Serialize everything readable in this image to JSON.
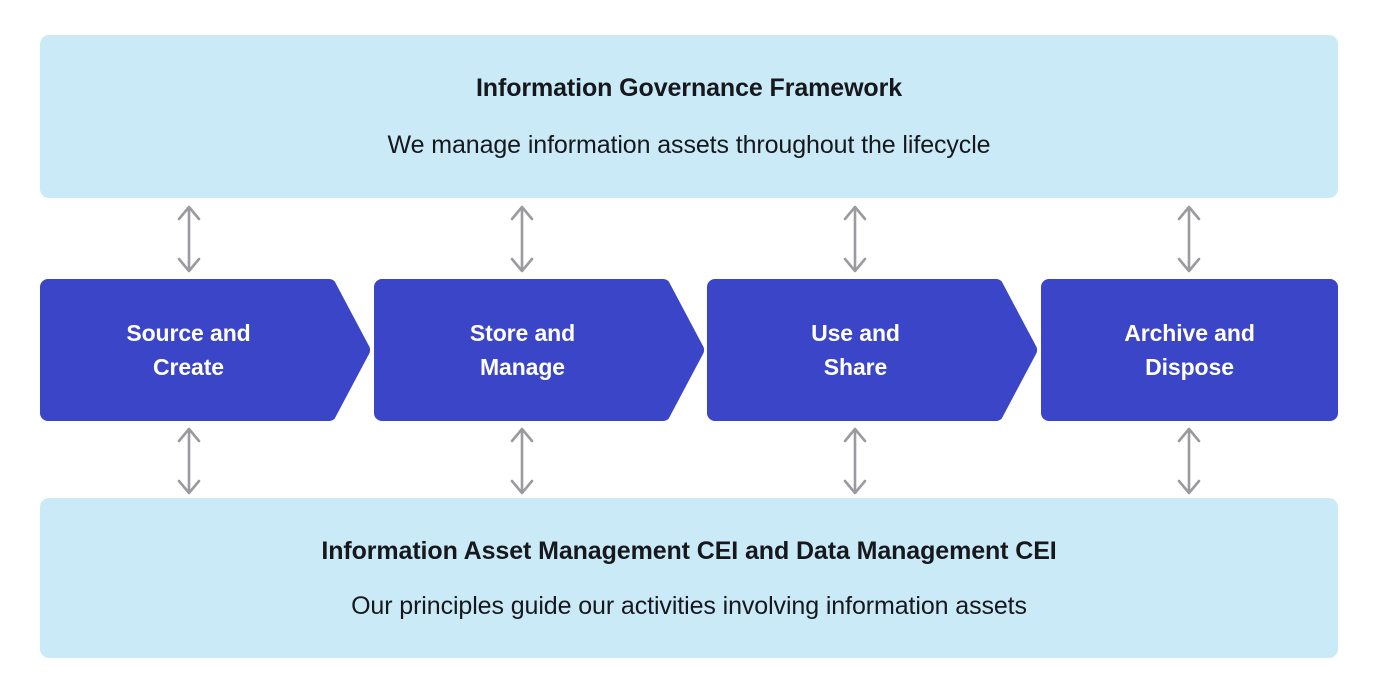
{
  "diagram": {
    "title": "Information Governance Framework lifecycle diagram",
    "colors": {
      "banner_background": "#CAEAF7",
      "stage_background": "#3A45C8",
      "stage_text": "#FFFFFF",
      "banner_text": "#16181D",
      "connector_arrow": "#9A9AA0",
      "page_background": "#FFFFFF"
    },
    "top_banner": {
      "title": "Information Governance Framework",
      "subtitle": "We manage information assets throughout the lifecycle"
    },
    "bottom_banner": {
      "title": "Information Asset Management CEI and Data Management CEI",
      "subtitle": "Our principles guide our activities involving information assets"
    },
    "stages": [
      {
        "label": "Source and\nCreate",
        "order": 1,
        "has_arrow_point": true
      },
      {
        "label": "Store and\nManage",
        "order": 2,
        "has_arrow_point": true
      },
      {
        "label": "Use and\nShare",
        "order": 3,
        "has_arrow_point": true
      },
      {
        "label": "Archive and\nDispose",
        "order": 4,
        "has_arrow_point": false
      }
    ],
    "connectors": {
      "icon": "double-headed-vertical-arrow-icon",
      "count_top": 4,
      "count_bottom": 4,
      "description": "Bi-directional vertical arrows linking each lifecycle stage to the framework banner above and the principles banner below"
    }
  }
}
